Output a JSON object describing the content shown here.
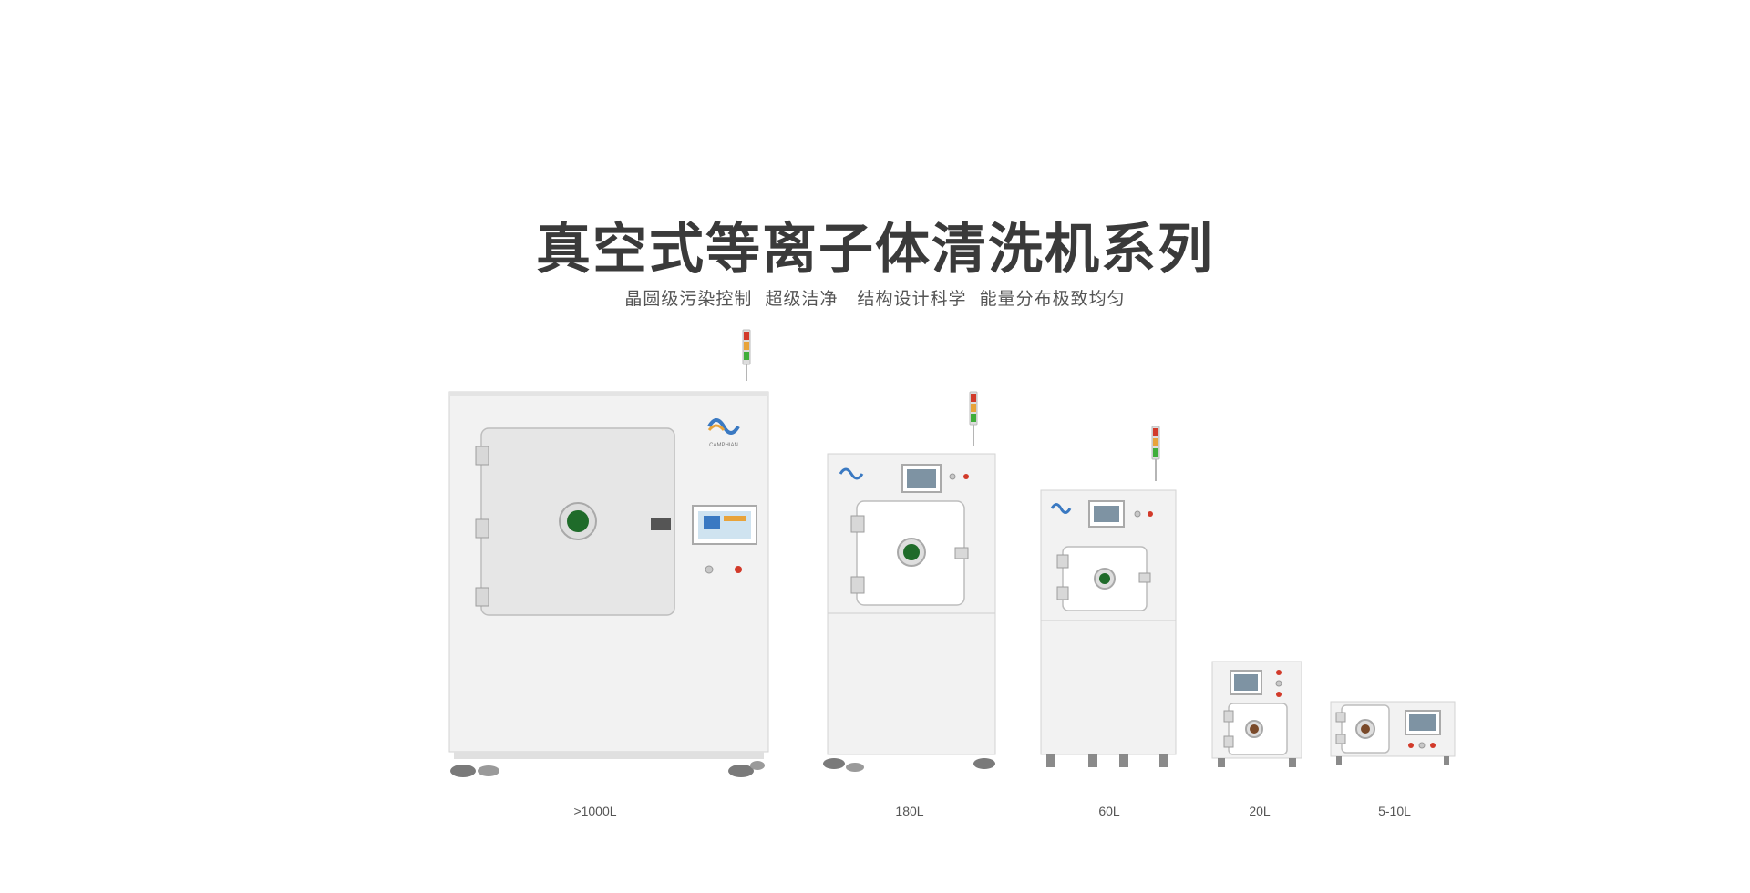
{
  "heading": {
    "title": "真空式等离子体清洗机系列",
    "subtitle": "晶圆级污染控制  超级洁净   结构设计科学  能量分布极致均匀"
  },
  "logo_text": "CAMPHIAN",
  "products": [
    {
      "capacity": ">1000L",
      "image_icon": "large-vacuum-plasma-cleaner-image"
    },
    {
      "capacity": "180L",
      "image_icon": "medium-vacuum-plasma-cleaner-image"
    },
    {
      "capacity": "60L",
      "image_icon": "compact-vacuum-plasma-cleaner-image"
    },
    {
      "capacity": "20L",
      "image_icon": "benchtop-vacuum-plasma-cleaner-image"
    },
    {
      "capacity": "5-10L",
      "image_icon": "mini-vacuum-plasma-cleaner-image"
    }
  ],
  "colors": {
    "body": "#f1f1f1",
    "panel_edge": "#cfcfcf",
    "viewport": "#1f6b2a",
    "signal_red": "#d23a2a",
    "signal_amber": "#e8a33a",
    "signal_green": "#3fae3a",
    "text_dark": "#3a3a3a"
  }
}
